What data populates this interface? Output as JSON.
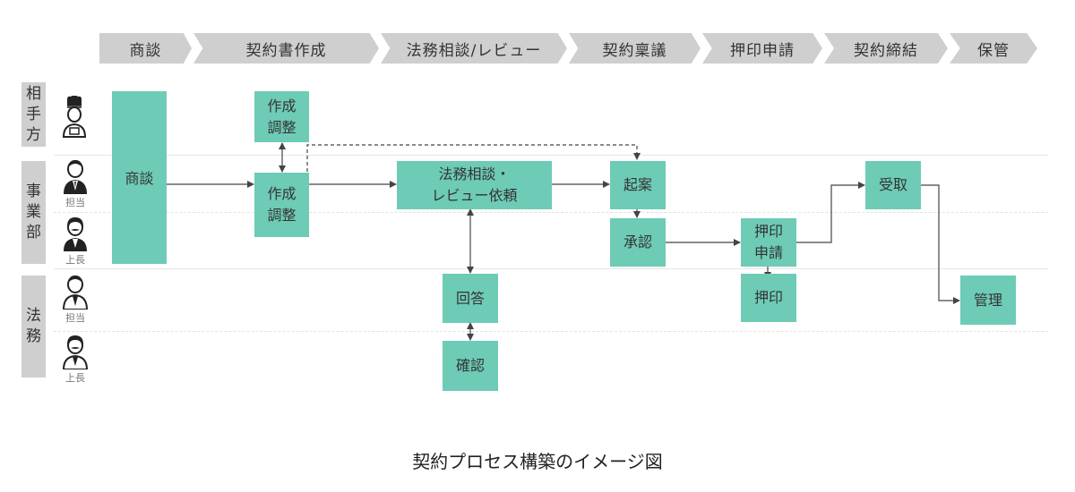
{
  "phases": [
    "商談",
    "契約書作成",
    "法務相談/レビュー",
    "契約稟議",
    "押印申請",
    "契約締結",
    "保管"
  ],
  "lanes": {
    "counterparty": [
      "相",
      "手",
      "方"
    ],
    "business": [
      "事",
      "業",
      "部"
    ],
    "legal": [
      "法",
      "務"
    ]
  },
  "roles": {
    "business_staff": "担当",
    "business_manager": "上長",
    "legal_staff": "担当",
    "legal_manager": "上長"
  },
  "boxes": {
    "shodan": "商談",
    "sakusei_top": "作成\n調整",
    "sakusei_mid": "作成\n調整",
    "houmu": "法務相談・\nレビュー依頼",
    "kian": "起案",
    "shonin": "承認",
    "oin_shinsei": "押印\n申請",
    "oin": "押印",
    "uketori": "受取",
    "kaitou": "回答",
    "kakunin": "確認",
    "kanri": "管理"
  },
  "icons": {
    "counterparty": "chef-person-icon",
    "business_staff": "person-tie-icon",
    "business_manager": "person-mustache-icon",
    "legal_staff": "person-tie-icon",
    "legal_manager": "person-mustache-icon"
  },
  "colors": {
    "box": "#6ecbb6",
    "header": "#cfcfcf",
    "arrow": "#444444"
  },
  "caption": "契約プロセス構築のイメージ図"
}
